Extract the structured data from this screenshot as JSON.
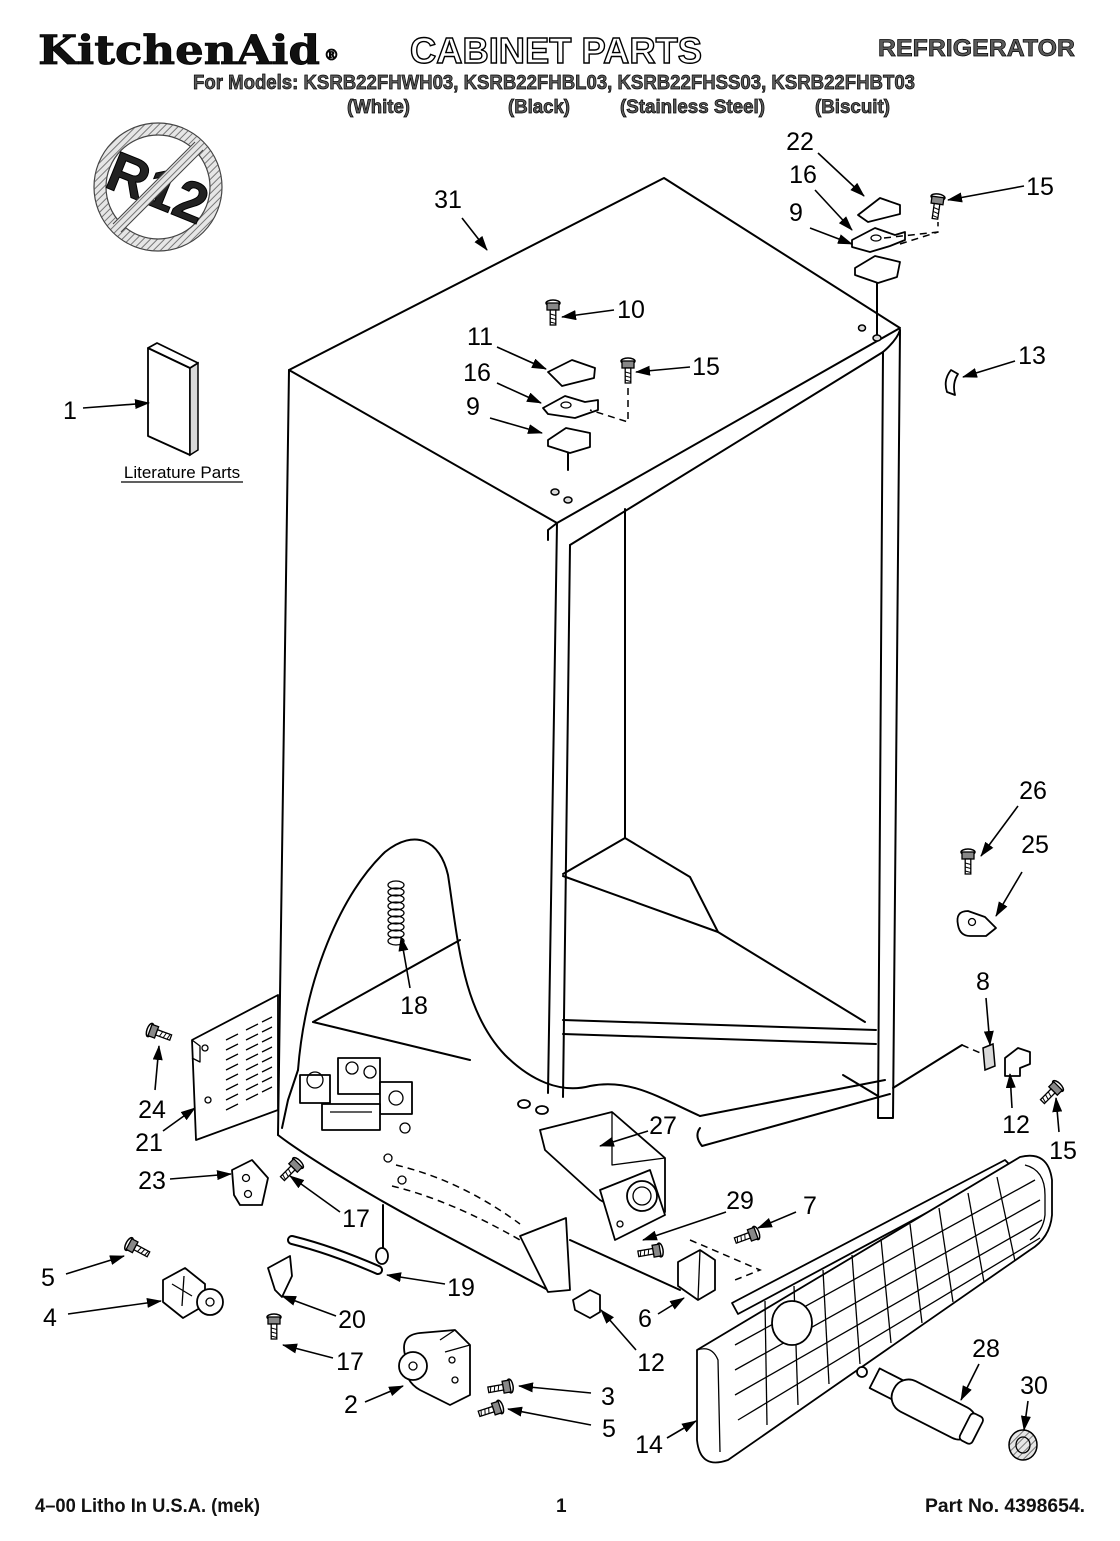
{
  "header": {
    "brand": "KitchenAid",
    "brand_mark": "®",
    "title": "CABINET PARTS",
    "product": "REFRIGERATOR",
    "models": "For Models: KSRB22FHWH03, KSRB22FHBL03, KSRB22FHSS03, KSRB22FHBT03",
    "colors": [
      "(White)",
      "(Black)",
      "(Stainless Steel)",
      "(Biscuit)"
    ]
  },
  "badge": {
    "text": "R12",
    "icon": "no-symbol-icon"
  },
  "literature_label": "Literature Parts",
  "callouts": [
    "31",
    "22",
    "16",
    "9",
    "15",
    "10",
    "11",
    "15",
    "16",
    "9",
    "13",
    "1",
    "26",
    "25",
    "8",
    "18",
    "24",
    "21",
    "12",
    "15",
    "27",
    "23",
    "17",
    "29",
    "7",
    "5",
    "4",
    "19",
    "20",
    "6",
    "12",
    "17",
    "2",
    "3",
    "5",
    "28",
    "30",
    "14"
  ],
  "footer": {
    "litho": "4–00 Litho In U.S.A. (mek)",
    "page": "1",
    "part_no": "Part No. 4398654."
  }
}
